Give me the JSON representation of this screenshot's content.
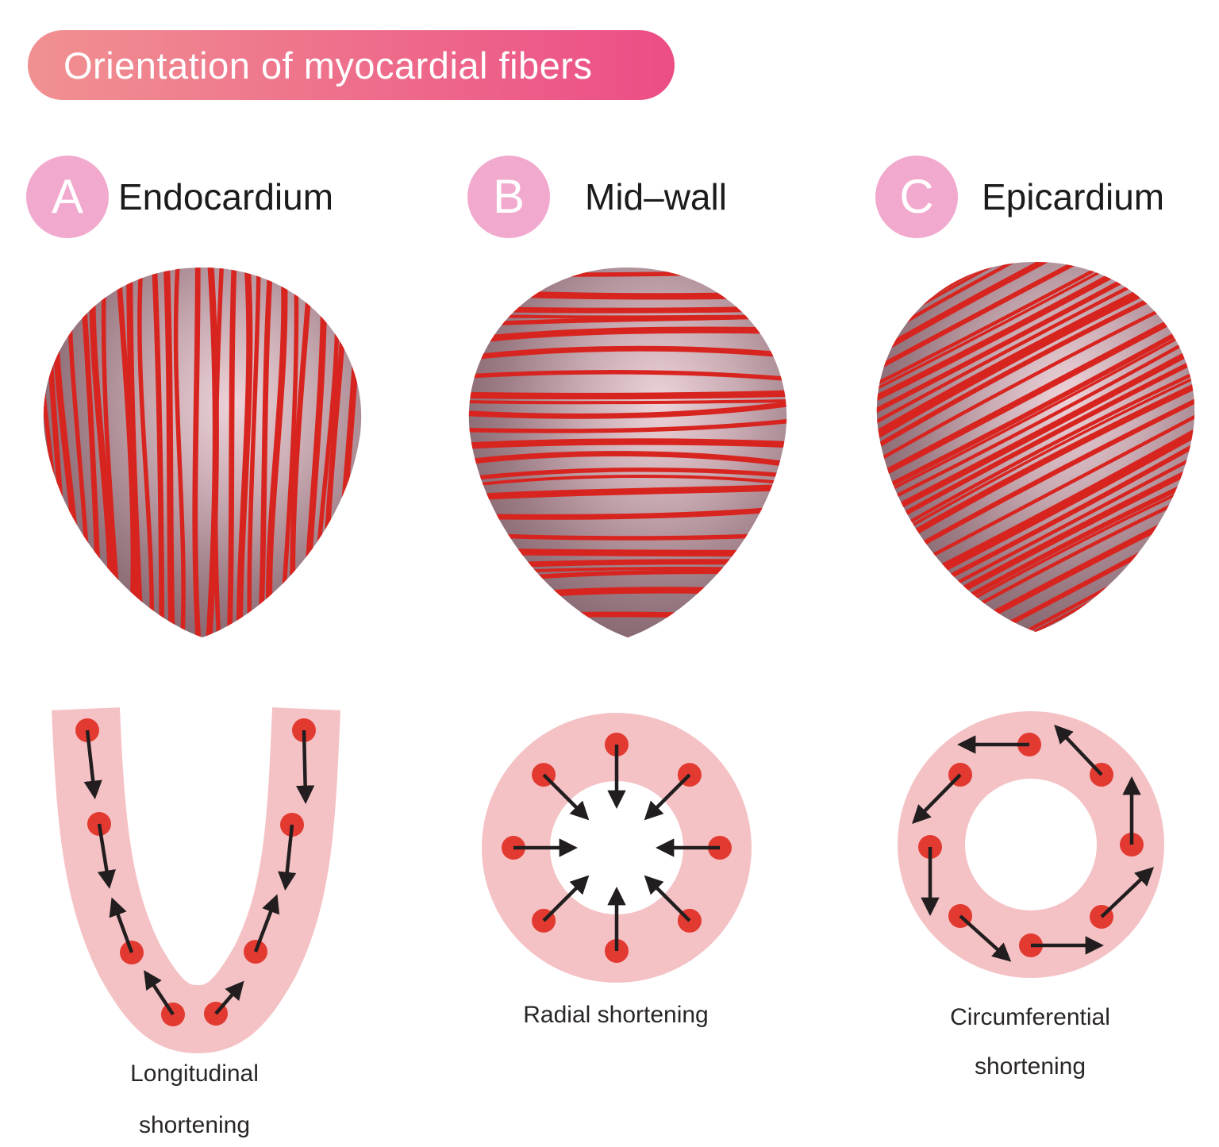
{
  "title": {
    "label": "Orientation of myocardial fibers"
  },
  "colors": {
    "banner_gradient_start": "#F09191",
    "banner_gradient_end": "#EC4D86",
    "badge_pink": "#F2A9CE",
    "fiber_red": "#D8241F",
    "dot_red": "#E23A30",
    "band_pink": "#F4C2C5",
    "arrow_black": "#221E1F",
    "heart_edge": "#7A5C65",
    "heart_mid": "#9C7C85",
    "heart_highlight": "#EDD3D9",
    "label_text": "#2A2627"
  },
  "panels": [
    {
      "letter": "A",
      "heading": "Endocardium",
      "fiber_pattern": "longitudinal",
      "mechanism": "u-band-longitudinal",
      "mechanism_label_lines": [
        "Longitudinal",
        "shortening"
      ]
    },
    {
      "letter": "B",
      "heading": "Mid–wall",
      "fiber_pattern": "circumferential",
      "mechanism": "ring-radial",
      "mechanism_label_lines": [
        "Radial shortening"
      ]
    },
    {
      "letter": "C",
      "heading": "Epicardium",
      "fiber_pattern": "oblique",
      "mechanism": "ring-circumferential",
      "mechanism_label_lines": [
        "Circumferential",
        "shortening"
      ]
    }
  ]
}
